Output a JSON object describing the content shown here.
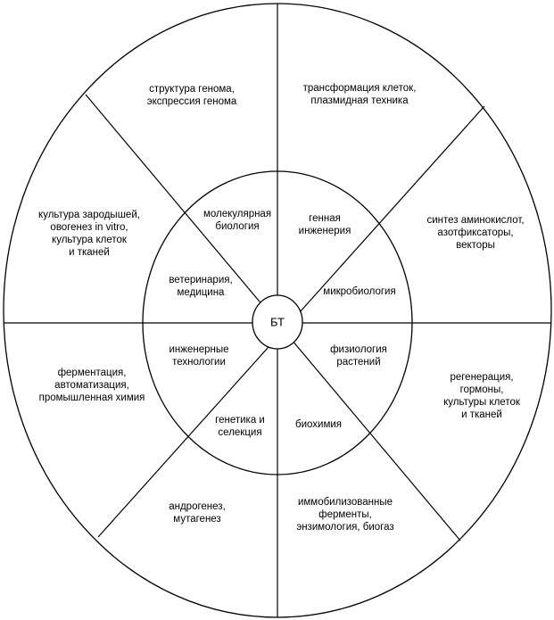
{
  "center": "БТ",
  "inner": [
    {
      "lines": [
        "молекулярная",
        "биология"
      ]
    },
    {
      "lines": [
        "генная",
        "инженерия"
      ]
    },
    {
      "lines": [
        "ветеринария,",
        "медицина"
      ]
    },
    {
      "lines": [
        "микробиология"
      ]
    },
    {
      "lines": [
        "инженерные",
        "технологии"
      ]
    },
    {
      "lines": [
        "физиология",
        "растений"
      ]
    },
    {
      "lines": [
        "генетика и",
        "селекция"
      ]
    },
    {
      "lines": [
        "биохимия"
      ]
    }
  ],
  "outer": [
    {
      "lines": [
        "структура генома,",
        "экспрессия генома"
      ]
    },
    {
      "lines": [
        "трансформация клеток,",
        "плазмидная техника"
      ]
    },
    {
      "lines": [
        "культура зародышей,",
        "овогенез in vitro,",
        "культура клеток",
        "и тканей"
      ]
    },
    {
      "lines": [
        "синтез аминокислот,",
        "азотфиксаторы,",
        "векторы"
      ]
    },
    {
      "lines": [
        "ферментация,",
        "автоматизация,",
        "промышленная химия"
      ]
    },
    {
      "lines": [
        "регенерация,",
        "гормоны,",
        "культуры клеток",
        "и тканей"
      ]
    },
    {
      "lines": [
        "андрогенез,",
        "мутагенез"
      ]
    },
    {
      "lines": [
        "иммобилизованные",
        "ферменты,",
        "энзимология, биогаз"
      ]
    }
  ]
}
